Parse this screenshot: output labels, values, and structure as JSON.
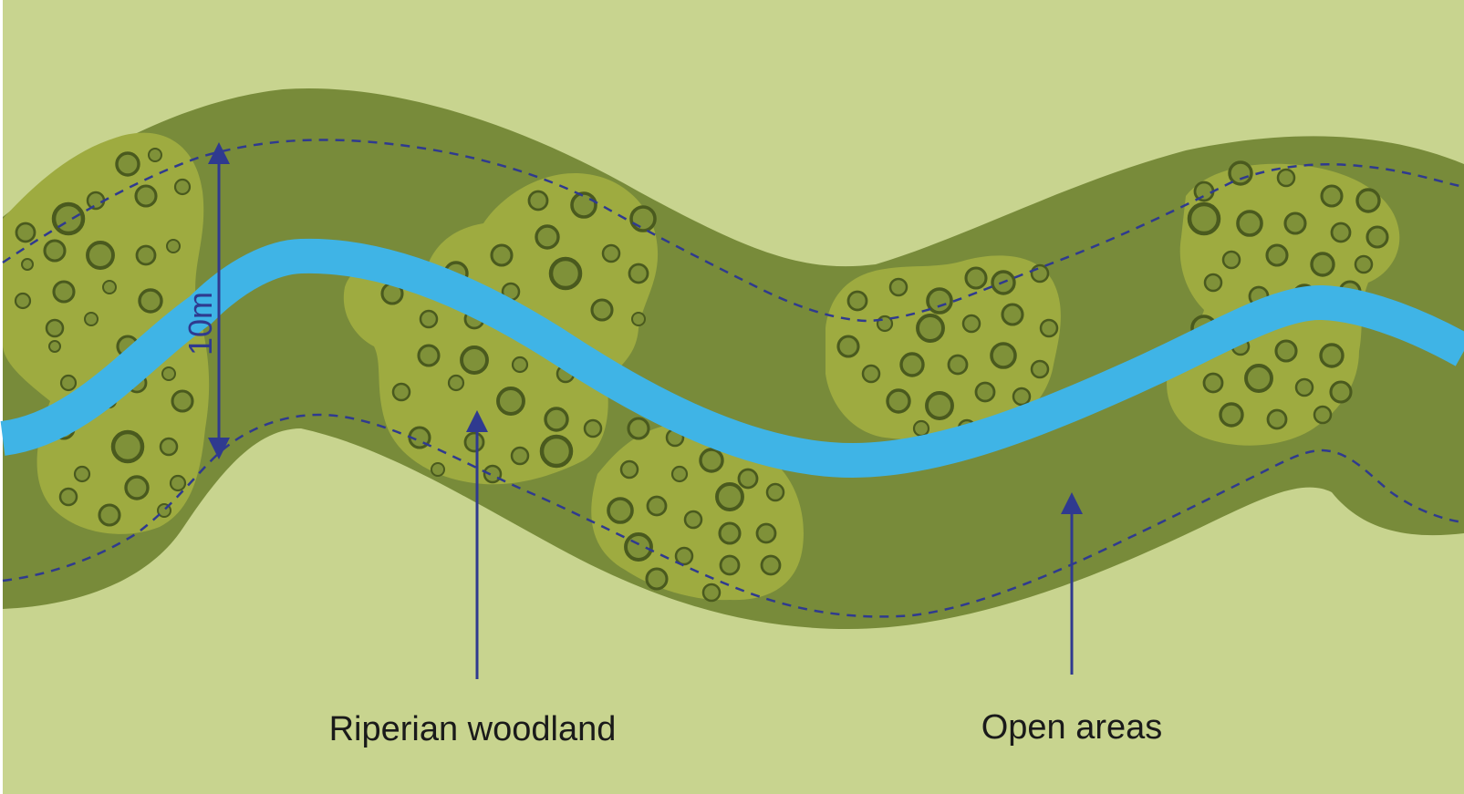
{
  "labels": {
    "woodland": "Riperian woodland",
    "open": "Open areas",
    "width": "10m"
  },
  "colors": {
    "field": "#c8d48f",
    "buffer_strip": "#788b3a",
    "woodland_patch": "#9eab40",
    "tree_ring": "#4a5a1e",
    "tree_fill": "#7f9139",
    "river": "#3fb4e6",
    "annotation": "#2f3a8f",
    "text": "#1a1a1a"
  }
}
